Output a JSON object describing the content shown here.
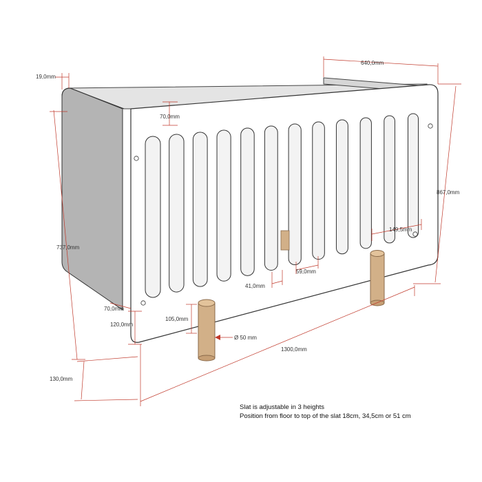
{
  "dimensions": {
    "thickness": "19,0mm",
    "depth": "640,0mm",
    "overall_height": "867,0mm",
    "side_height": "737,0mm",
    "top_rail": "70,0mm",
    "bottom_rail": "70,0mm",
    "bottom_clearance": "120,0mm",
    "slot_bottom_gap": "105,0mm",
    "slat_gap": "41,0mm",
    "bar_width": "59,0mm",
    "end_bar": "149,5mm",
    "leg_diameter": "Ø 50 mm",
    "length": "1300,0mm",
    "leg_height": "130,0mm"
  },
  "notes": {
    "line1": "Slat is adjustable in 3 heights",
    "line2": "Position from floor to top of the slat 18cm, 34,5cm or 51 cm"
  },
  "colors": {
    "panel": "#ffffff",
    "side_panel": "#b4b4b4",
    "back_panel": "#d2d2d2",
    "wood": "#d2b088",
    "wood_dark": "#b8926a",
    "dimension_line": "#c0392b",
    "outline": "#333333"
  }
}
